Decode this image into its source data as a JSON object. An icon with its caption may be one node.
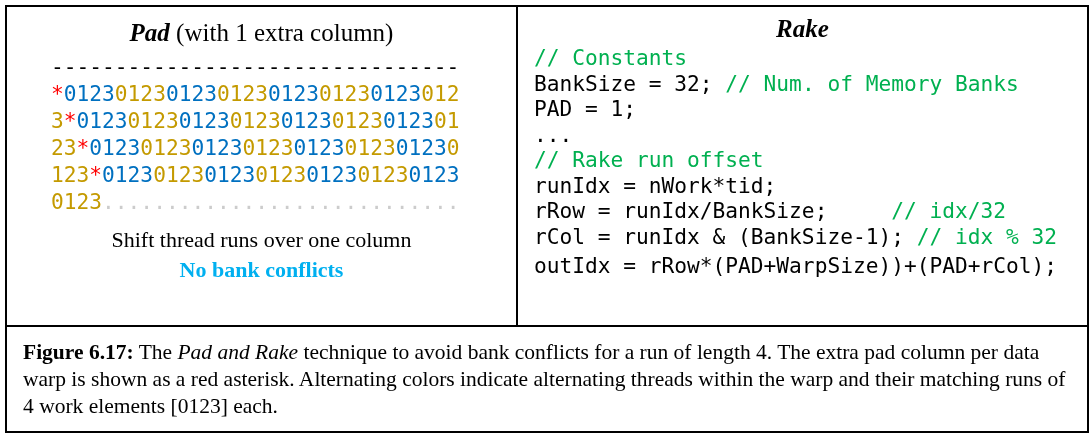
{
  "diagram": {
    "caption": "**Figure 6.17:** The *Pad and Rake* technique to avoid bank conflicts for a run of length 4. The extra pad column per data warp is shown as a red asterisk. Alternating colors indicate alternating threads within the warp and their matching runs of 4 work elements [0123] each.",
    "nodes": [
      {
        "text": [
          "**Pad** (with 1 extra column)",
          "--------------------------------",
          "*0123012301230123012301230123012",
          "3*012301230123012301230123012301",
          "23*01230123012301230123012301230",
          "123*0123012301230123012301230123",
          "0123............................",
          "Shift thread runs over one column",
          "No bank conflicts"
        ]
      },
      {
        "text": [
          "Rake",
          "// Constants",
          "BankSize = 32; // Num. of Memory Banks",
          "PAD = 1;",
          "...",
          "// Rake run offset",
          "runIdx = nWork*tid;",
          "rRow = runIdx/BankSize;     // idx/32",
          "rCol = runIdx & (BankSize-1); // idx % 32",
          "outIdx = rRow*(PAD+WarpSize))+(PAD+rCol);"
        ]
      }
    ],
    "edges": []
  }
}
